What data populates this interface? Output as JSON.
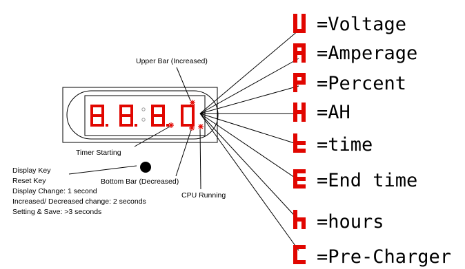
{
  "device": {
    "digits": [
      "8.",
      "8.",
      "8.",
      "0"
    ],
    "segment_color": "#e10600"
  },
  "annotations": {
    "upper_bar": "Upper Bar (Increased)",
    "timer_starting": "Timer Starting",
    "bottom_bar": "Bottom Bar (Decreased)",
    "cpu_running": "CPU Running"
  },
  "key_notes": [
    "Display Key",
    "Reset Key",
    "Display Change: 1 second",
    "Increased/ Decreased change: 2 seconds",
    "Setting & Save: >3 seconds"
  ],
  "legend": [
    {
      "symbol": "U",
      "text": "=Voltage"
    },
    {
      "symbol": "A",
      "text": "=Amperage"
    },
    {
      "symbol": "P",
      "text": "=Percent"
    },
    {
      "symbol": "H",
      "text": "=AH"
    },
    {
      "symbol": "t",
      "text": "=time"
    },
    {
      "symbol": "E",
      "text": "=End time"
    },
    {
      "symbol": "h",
      "text": "=hours"
    },
    {
      "symbol": "C",
      "text": "=Pre-Charger"
    }
  ]
}
